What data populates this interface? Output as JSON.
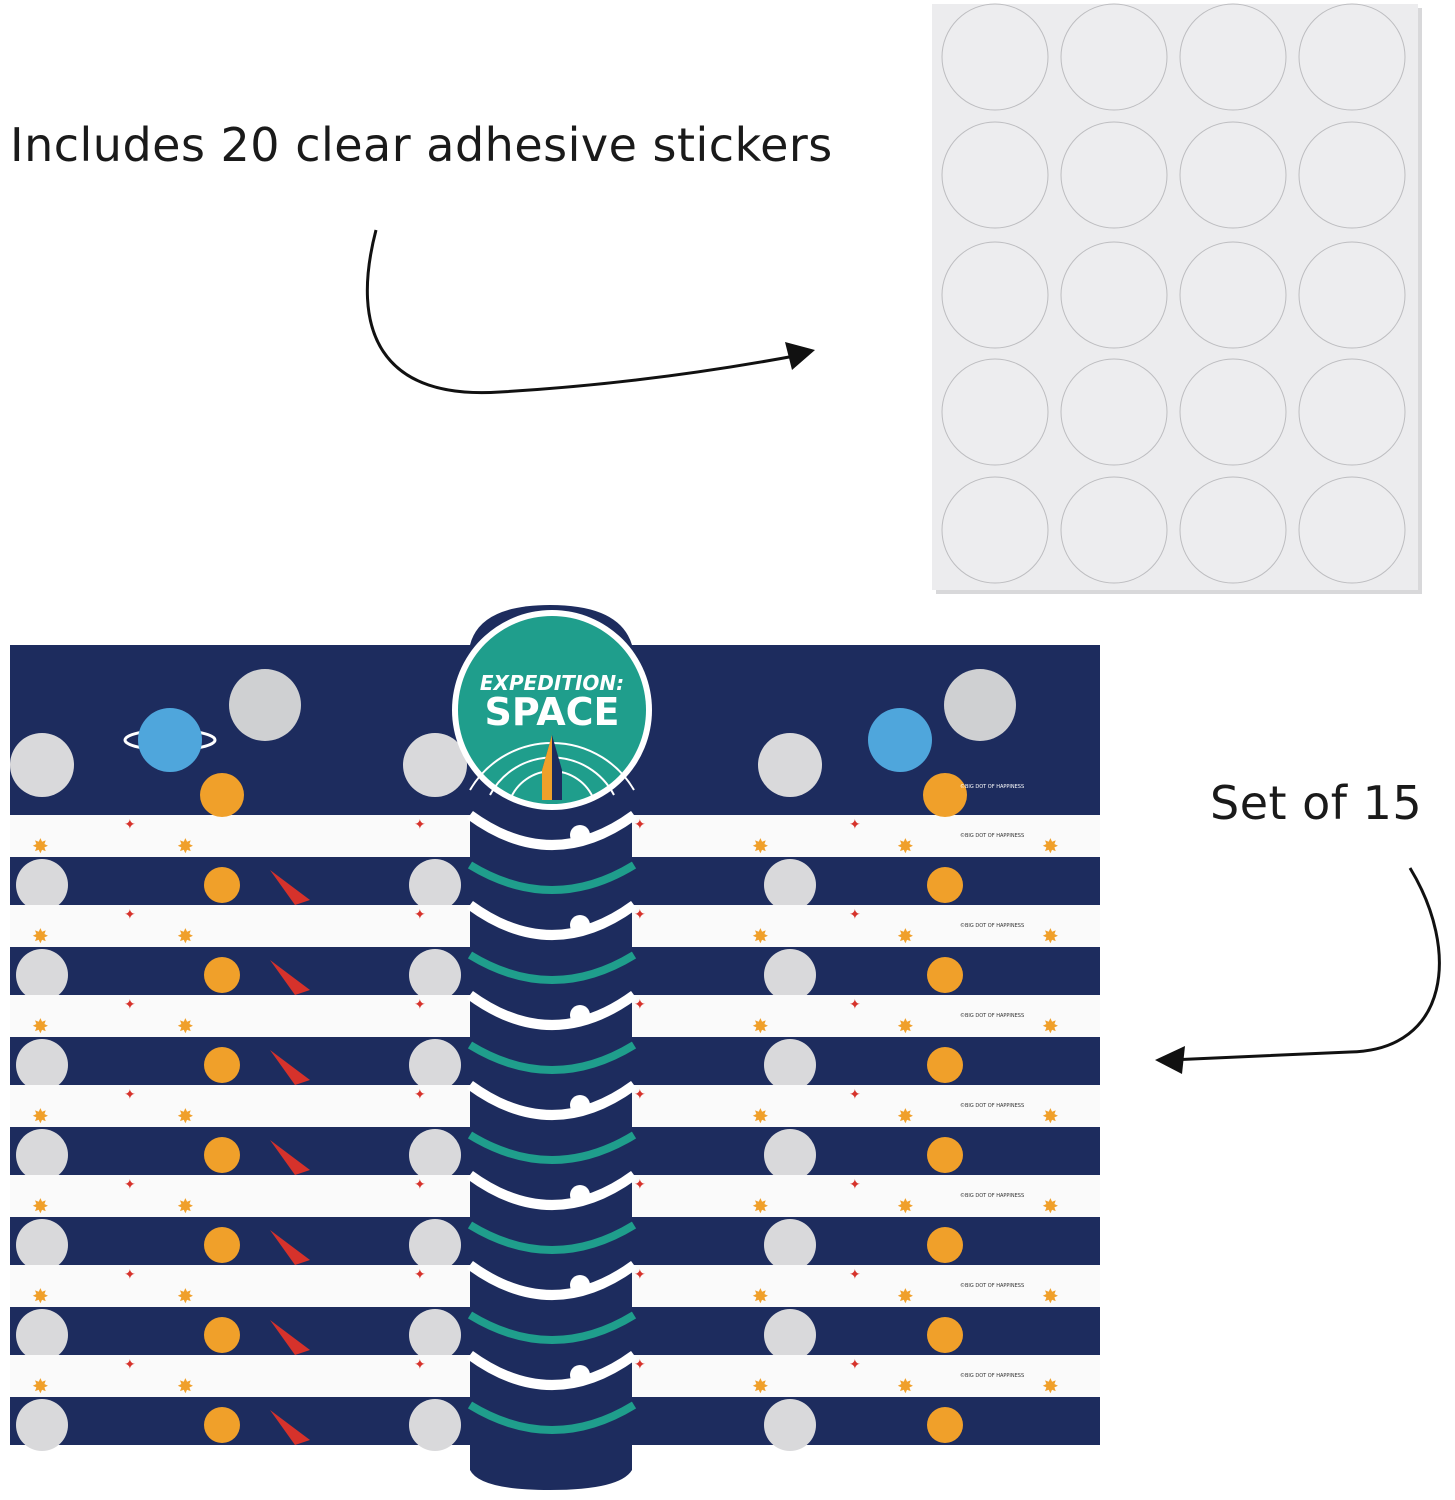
{
  "captions": {
    "stickers": "Includes 20 clear adhesive stickers",
    "set": "Set of 15"
  },
  "sticker_sheet": {
    "rows": 5,
    "cols": 4,
    "count": 20
  },
  "wrapper": {
    "logo_line1": "EXPEDITION:",
    "logo_line2": "SPACE",
    "brand": "©BIG DOT OF HAPPINESS",
    "count": 15
  },
  "colors": {
    "navy": "#1d2c5e",
    "teal": "#1f9e8c",
    "orange": "#f0a02a",
    "sheet": "#ececee"
  }
}
